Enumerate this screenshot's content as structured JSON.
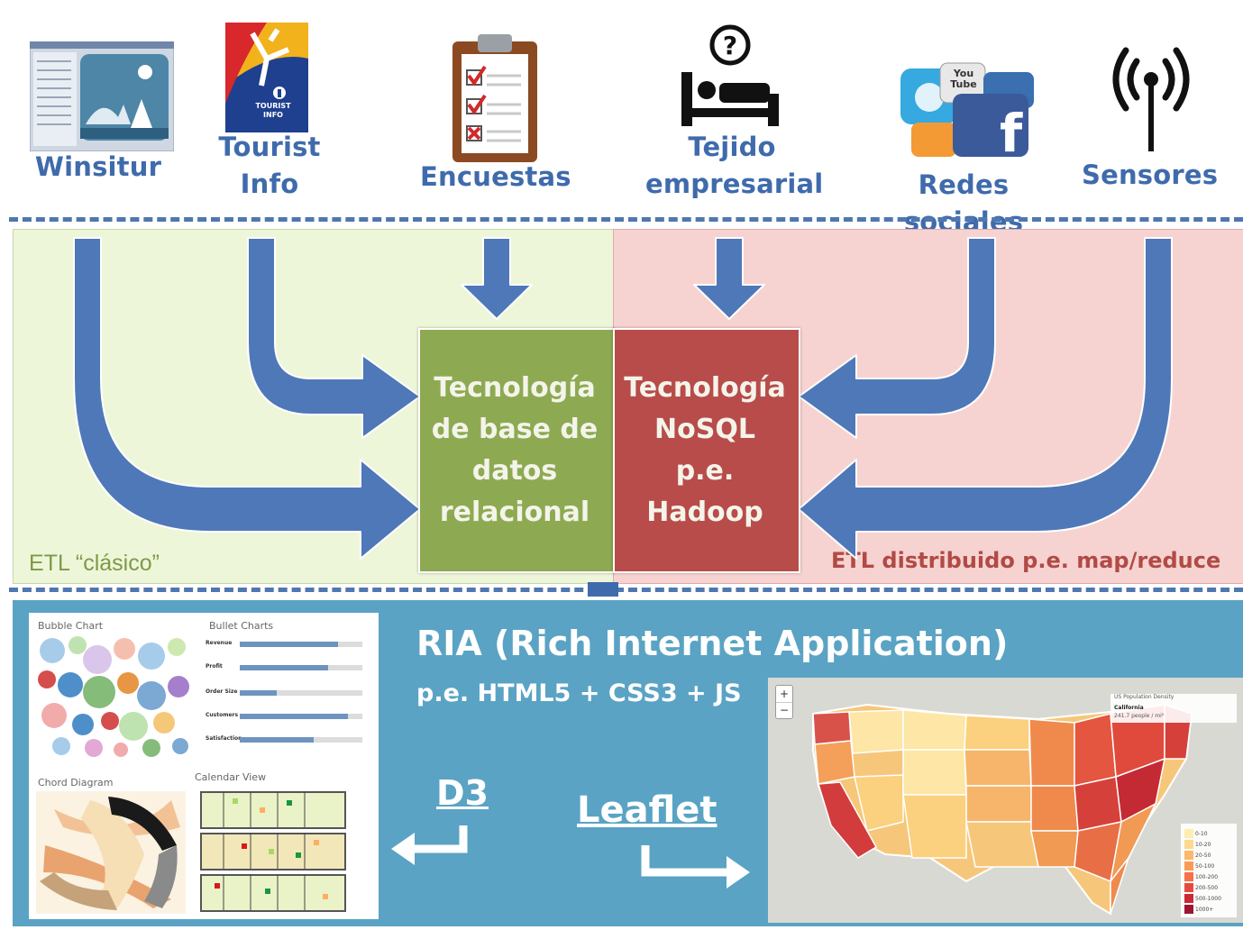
{
  "sources": [
    {
      "label": "Winsitur",
      "icon": "winsitur-screenshot-icon"
    },
    {
      "label": "Tourist\nInfo",
      "icon": "tourist-info-logo-icon",
      "logo_text": "TOURIST INFO"
    },
    {
      "label": "Encuestas",
      "icon": "clipboard-checklist-icon"
    },
    {
      "label": "Tejido\nempresarial",
      "icon": "bed-question-icon"
    },
    {
      "label": "Redes sociales",
      "icon": "social-media-logos-icon",
      "logo_text": "You Tube"
    },
    {
      "label": "Sensores",
      "icon": "antenna-signal-icon"
    }
  ],
  "tech": {
    "relational": "Tecnología\nde base de\ndatos\nrelacional",
    "nosql": "Tecnología\nNoSQL\np.e.\nHadoop"
  },
  "etl": {
    "classic": "ETL “clásico”",
    "distributed": "ETL distribuido p.e. map/reduce"
  },
  "ria": {
    "title": "RIA (Rich Internet Application)",
    "subtitle": "p.e. HTML5 + CSS3 + JS",
    "d3": "D3",
    "leaflet": "Leaflet"
  },
  "thumbnails": {
    "bubble": "Bubble Chart",
    "bullet": "Bullet Charts",
    "chord": "Chord Diagram",
    "calendar": "Calendar View",
    "bullet_rows": [
      "Revenue",
      "Profit",
      "Order Size",
      "Customers",
      "Satisfaction"
    ]
  },
  "map": {
    "title": "US Population Density",
    "state": "California",
    "value": "241.7 people / mi²",
    "legend": [
      "0-10",
      "10-20",
      "20-50",
      "50-100",
      "100-200",
      "200-500",
      "500-1000",
      "1000+"
    ],
    "zoom_in": "+",
    "zoom_out": "−"
  },
  "colors": {
    "arrow": "#4f78b8",
    "green_zone": "#eef6d9",
    "red_zone": "#f6d3d1",
    "relational_box": "#8daa52",
    "nosql_box": "#b84c4a",
    "ria_panel": "#5aa3c4",
    "source_label": "#3f6bac"
  }
}
